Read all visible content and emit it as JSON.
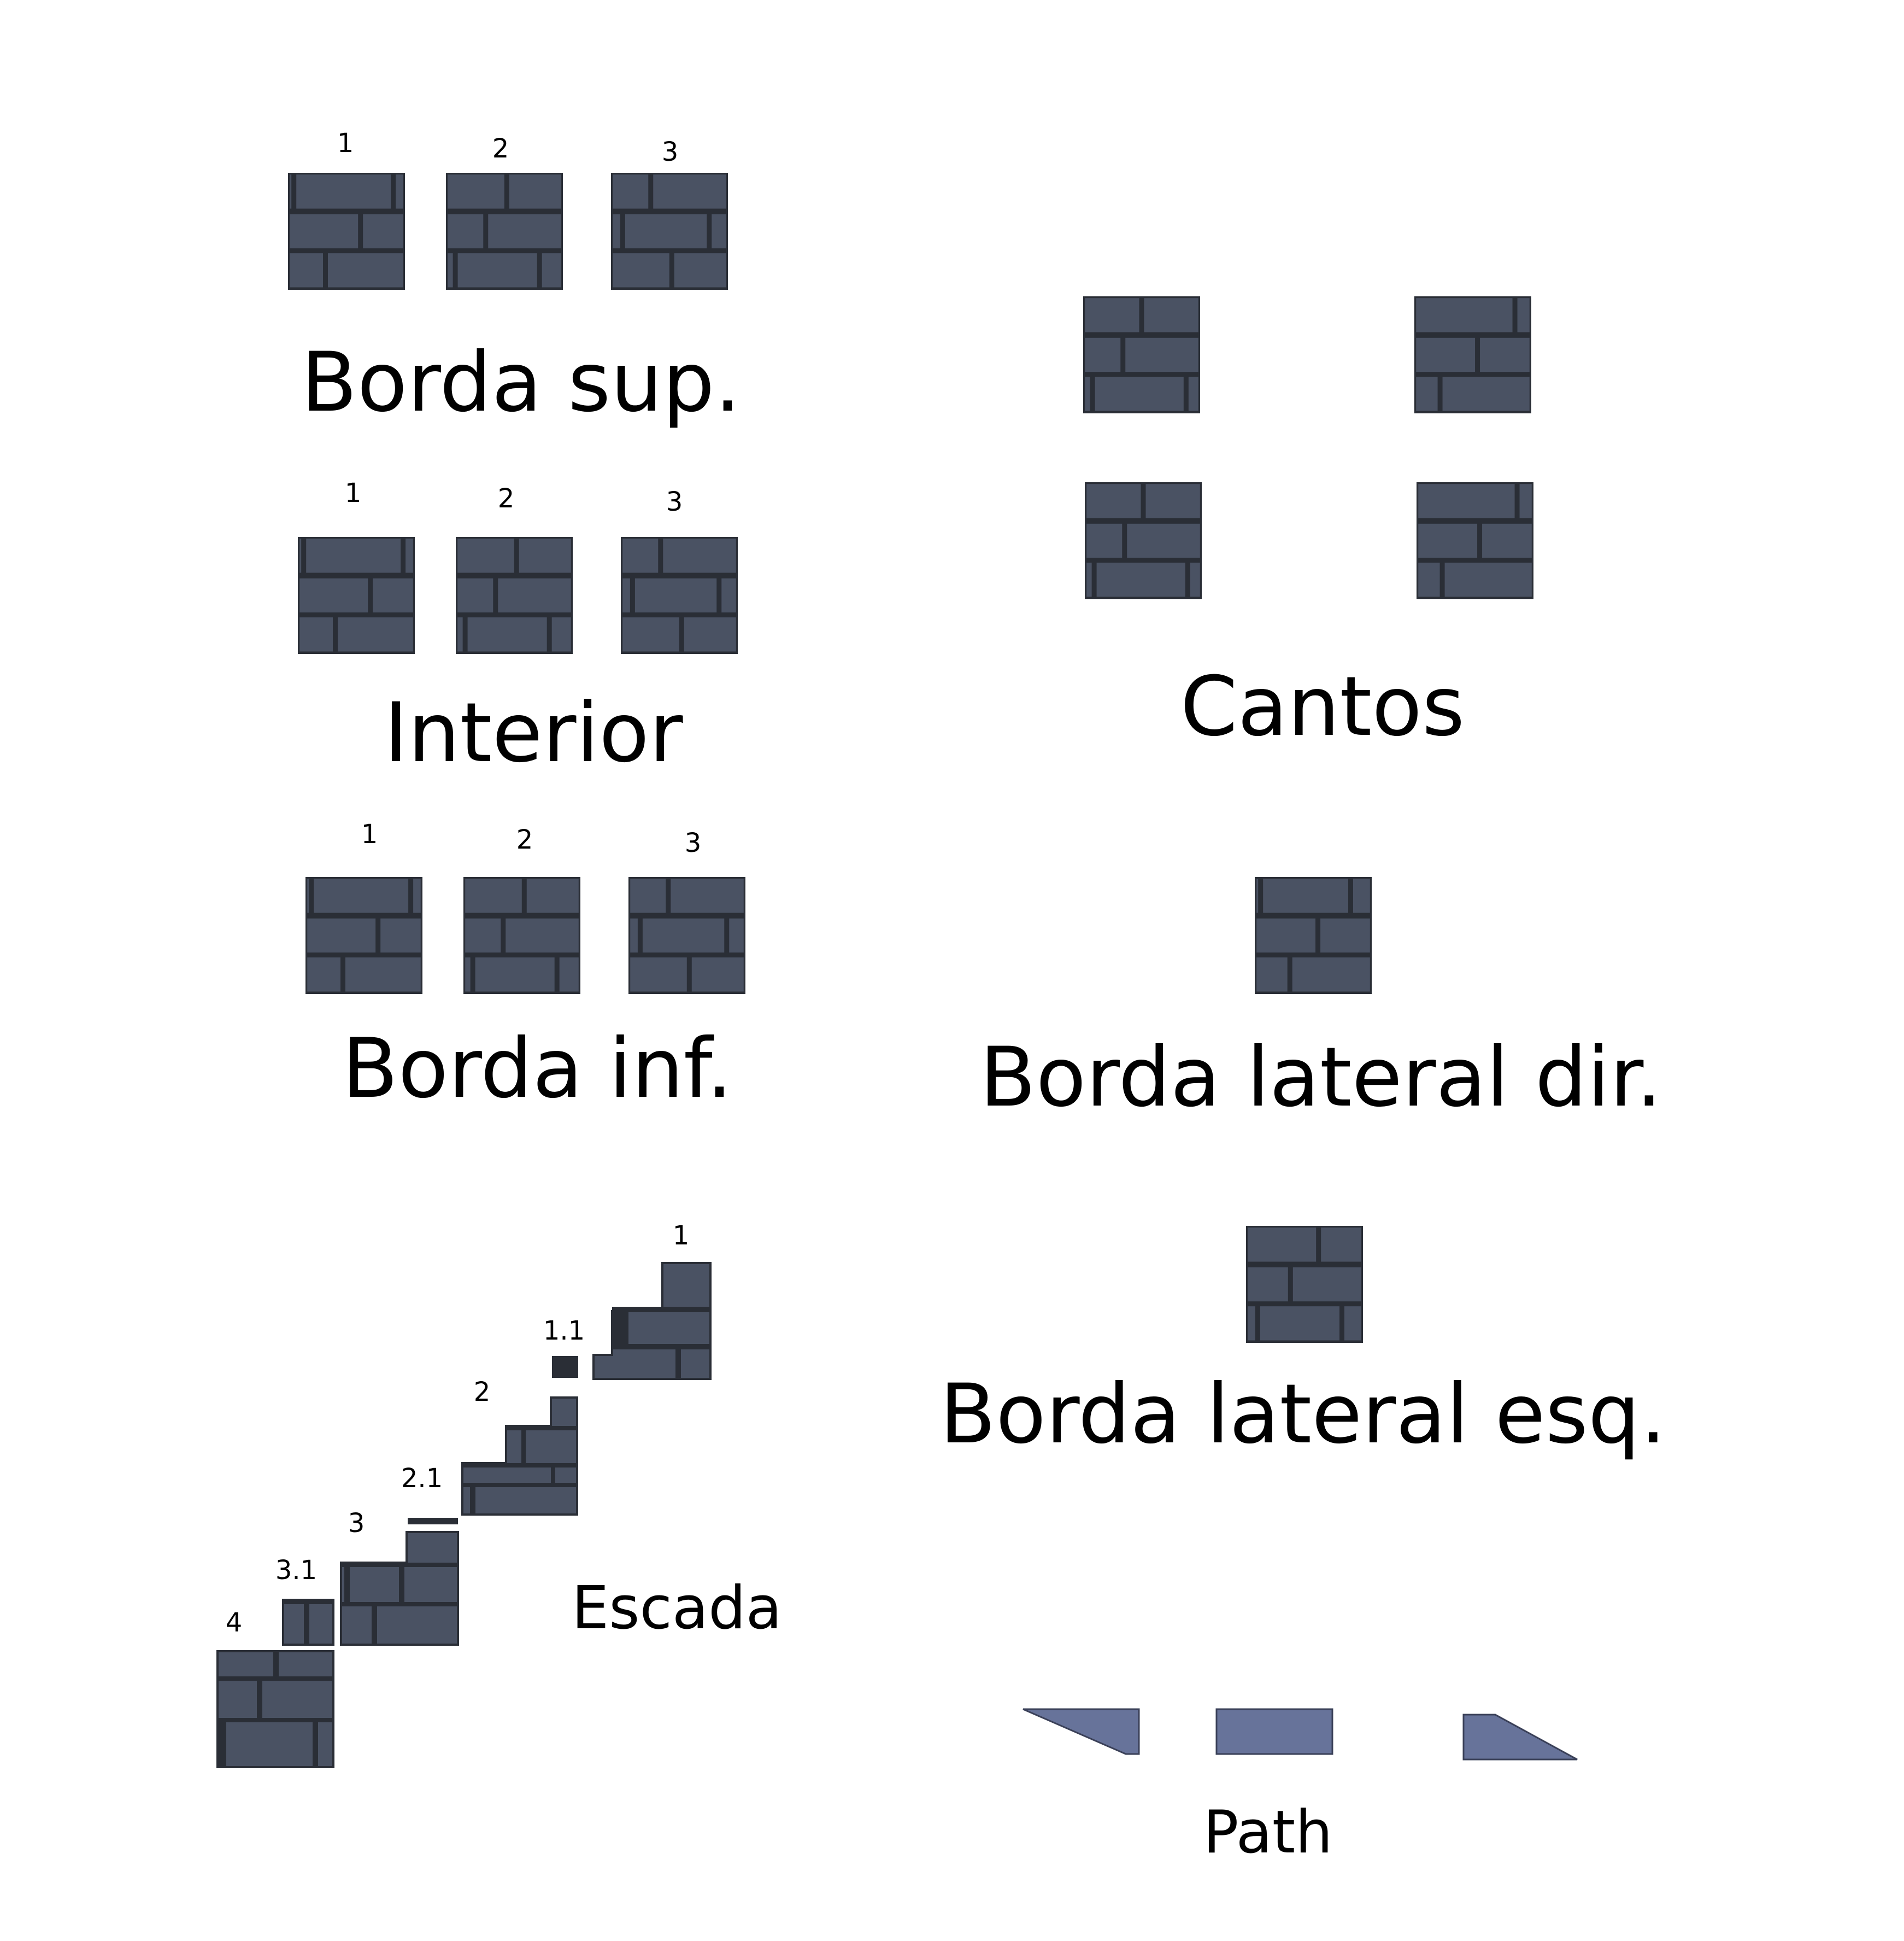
{
  "colors": {
    "background": "#ffffff",
    "brick_face": "#4a5263",
    "mortar": "#2a2e36",
    "path_fill": "#67739a",
    "path_stroke": "#3a4058"
  },
  "sections": {
    "borda_sup": {
      "title": "Borda sup.",
      "numbers": [
        "1",
        "2",
        "3"
      ]
    },
    "interior": {
      "title": "Interior",
      "numbers": [
        "1",
        "2",
        "3"
      ]
    },
    "borda_inf": {
      "title": "Borda inf.",
      "numbers": [
        "1",
        "2",
        "3"
      ]
    },
    "cantos": {
      "title": "Cantos"
    },
    "borda_lateral_dir": {
      "title": "Borda lateral dir."
    },
    "borda_lateral_esq": {
      "title": "Borda lateral esq."
    },
    "escada": {
      "title": "Escada",
      "labels": [
        "1",
        "1.1",
        "2",
        "2.1",
        "3",
        "3.1",
        "4"
      ]
    },
    "path": {
      "title": "Path"
    }
  }
}
